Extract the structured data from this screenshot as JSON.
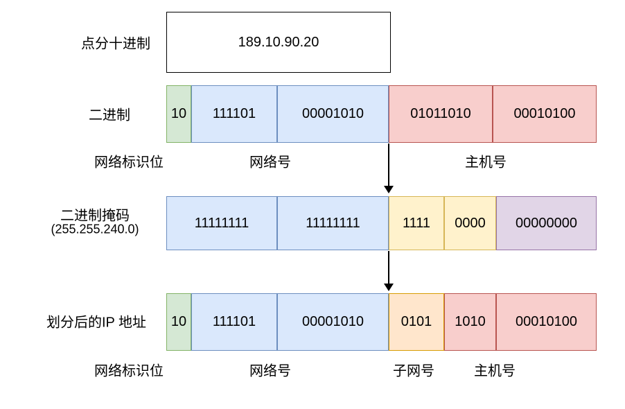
{
  "diagram": {
    "dotted_decimal": {
      "label": "点分十进制",
      "value": "189.10.90.20"
    },
    "binary": {
      "label": "二进制",
      "cells": [
        {
          "text": "10"
        },
        {
          "text": "111101"
        },
        {
          "text": "00001010"
        },
        {
          "text": "01011010"
        },
        {
          "text": "00010100"
        }
      ],
      "captions": [
        {
          "text": "网络标识位"
        },
        {
          "text": "网络号"
        },
        {
          "text": "主机号"
        }
      ]
    },
    "mask": {
      "label_line1": "二进制掩码",
      "label_line2": "(255.255.240.0)",
      "cells": [
        {
          "text": "11111111"
        },
        {
          "text": "11111111"
        },
        {
          "text": "1111"
        },
        {
          "text": "0000"
        },
        {
          "text": "00000000"
        }
      ]
    },
    "divided_ip": {
      "label": "划分后的IP 地址",
      "cells": [
        {
          "text": "10"
        },
        {
          "text": "111101"
        },
        {
          "text": "00001010"
        },
        {
          "text": "0101"
        },
        {
          "text": "1010"
        },
        {
          "text": "00010100"
        }
      ],
      "captions": [
        {
          "text": "网络标识位"
        },
        {
          "text": "网络号"
        },
        {
          "text": "子网号"
        },
        {
          "text": "主机号"
        }
      ]
    },
    "colors": {
      "green_fill": "#d5e8d4",
      "green_stroke": "#82b366",
      "blue_fill": "#dae8fc",
      "blue_stroke": "#6c8ebf",
      "red_fill": "#f8cecc",
      "red_stroke": "#b85450",
      "yellow_fill": "#fff2cc",
      "yellow_stroke": "#d6b656",
      "orange_fill": "#ffe6cc",
      "orange_stroke": "#d79b00",
      "purple_fill": "#e1d5e7",
      "purple_stroke": "#9673a6",
      "arrow": "#000000"
    }
  }
}
